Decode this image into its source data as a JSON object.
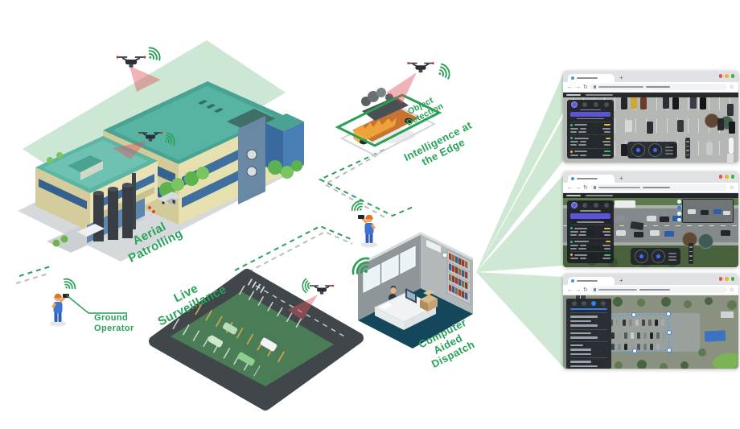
{
  "diagram": {
    "labels": {
      "aerial_patrolling": "Aerial\nPatrolling",
      "object_detection": "Object\nDetection",
      "intelligence_at_the_edge": "Intelligence at\nthe Edge",
      "ground_operator": "Ground\nOperator",
      "live_surveillance": "Live\nSurveillance",
      "computer_aided_dispatch": "Computer\nAided\nDispatch"
    },
    "colors": {
      "accent_green": "#27a257",
      "light_beam_green": "#cfe8d4",
      "detection_box_green": "#2aa052",
      "drone_scan_red": "#e0565f",
      "browser_window_dots": [
        "#e8563f",
        "#f2b32c",
        "#37b24d"
      ],
      "ops_primary_button": "#5a55d6",
      "plan_primary_button": "#2f80ed"
    },
    "icons": [
      "drone-icon",
      "wifi-signal-icon",
      "operator-figure",
      "smart-building",
      "burning-vehicle",
      "parking-lot",
      "dispatch-office",
      "browser-window"
    ]
  }
}
